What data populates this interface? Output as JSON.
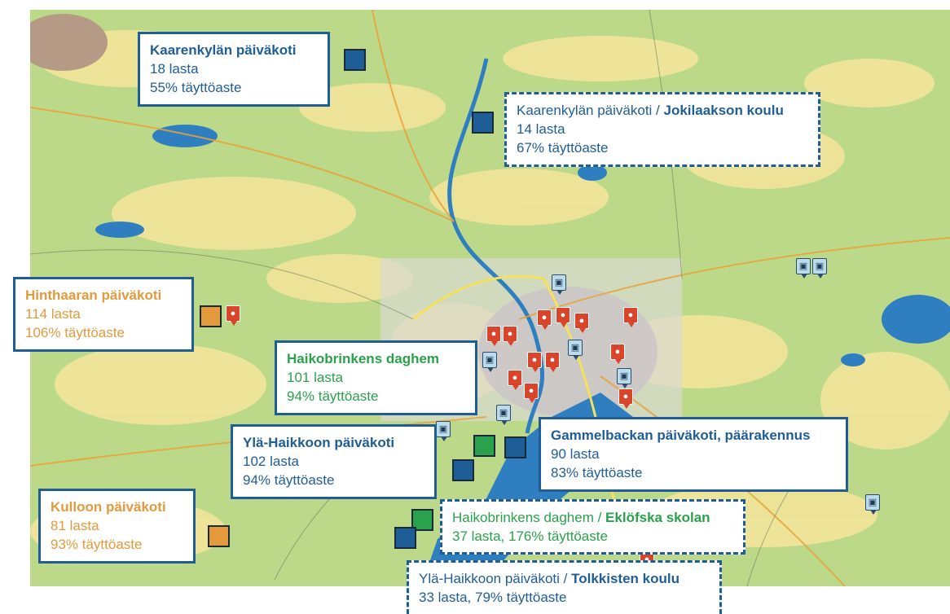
{
  "colors": {
    "blue": "#1f5d96",
    "green": "#2aa14a",
    "orange": "#e29a3c",
    "map_green": "#bcd98a",
    "map_yellow": "#f2e49a",
    "water": "#2f7fc0",
    "pin_red": "#d8452b",
    "pin_blue": "#bcdcec"
  },
  "icons": {
    "daycare_pin": "people-icon",
    "school_pin": "teacher-icon"
  },
  "callouts": {
    "kaarenkyla": {
      "title": "Kaarenkylän päiväkoti",
      "children": "18 lasta",
      "occupancy": "55% täyttöaste"
    },
    "kaarenkyla_jokilaakso": {
      "title_main": "Kaarenkylän päiväkoti / ",
      "title_bold": "Jokilaakson koulu",
      "children": "14 lasta",
      "occupancy": "67% täyttöaste"
    },
    "hinthaara": {
      "title": "Hinthaaran päiväkoti",
      "children": "114 lasta",
      "occupancy": "106% täyttöaste"
    },
    "haikobrinken": {
      "title": "Haikobrinkens daghem",
      "children": "101 lasta",
      "occupancy": "94% täyttöaste"
    },
    "yla_haikko": {
      "title": "Ylä-Haikkoon päiväkoti",
      "children": "102 lasta",
      "occupancy": "94% täyttöaste"
    },
    "gammelbacka": {
      "title": "Gammelbackan päiväkoti, päärakennus",
      "children": "90 lasta",
      "occupancy": "83% täyttöaste"
    },
    "kulloo": {
      "title": "Kulloon päiväkoti",
      "children": "81 lasta",
      "occupancy": "93% täyttöaste"
    },
    "haikobrinken_eklof": {
      "title_main": "Haikobrinkens daghem / ",
      "title_bold": "Eklöfska skolan",
      "summary": "37 lasta, 176% täyttöaste"
    },
    "yla_haikko_tolkkinen": {
      "title_main": "Ylä-Haikkoon päiväkoti / ",
      "title_bold": "Tolkkisten koulu",
      "summary": "33 lasta, 79% täyttöaste"
    }
  }
}
